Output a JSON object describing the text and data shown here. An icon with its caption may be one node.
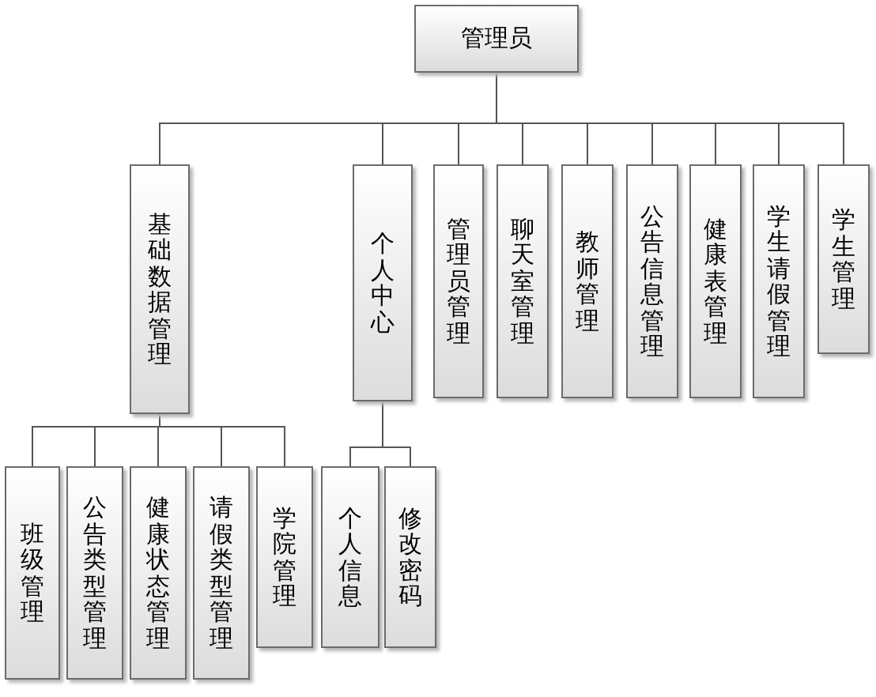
{
  "diagram": {
    "nodes": [
      {
        "text": [
          "管理员"
        ]
      },
      {
        "text": [
          "基础数据管理"
        ]
      },
      {
        "text": [
          "个人中心"
        ]
      },
      {
        "text": [
          "管理员管理"
        ]
      },
      {
        "text": [
          "聊天室管理"
        ]
      },
      {
        "text": [
          "教师管理"
        ]
      },
      {
        "text": [
          "公告信息管理"
        ]
      },
      {
        "text": [
          "健康表管理"
        ]
      },
      {
        "text": [
          "学生请假管理"
        ]
      },
      {
        "text": [
          "学生管理"
        ]
      },
      {
        "text": [
          "班级管理"
        ]
      },
      {
        "text": [
          "公告类型管理"
        ]
      },
      {
        "text": [
          "健康状态管理"
        ]
      },
      {
        "text": [
          "请假类型管理"
        ]
      },
      {
        "text": [
          "学院管理"
        ]
      },
      {
        "text": [
          "个人信息"
        ]
      },
      {
        "text": [
          "修改密码"
        ]
      }
    ],
    "edges": [
      {
        "from": 0,
        "to": 1,
        "arrow": "none"
      },
      {
        "from": 0,
        "to": 2,
        "arrow": "none"
      },
      {
        "from": 0,
        "to": 3,
        "arrow": "none"
      },
      {
        "from": 0,
        "to": 4,
        "arrow": "none"
      },
      {
        "from": 0,
        "to": 5,
        "arrow": "none"
      },
      {
        "from": 0,
        "to": 6,
        "arrow": "none"
      },
      {
        "from": 0,
        "to": 7,
        "arrow": "none"
      },
      {
        "from": 0,
        "to": 8,
        "arrow": "none"
      },
      {
        "from": 0,
        "to": 9,
        "arrow": "none"
      },
      {
        "from": 1,
        "to": 10,
        "arrow": "none"
      },
      {
        "from": 1,
        "to": 11,
        "arrow": "none"
      },
      {
        "from": 1,
        "to": 12,
        "arrow": "none"
      },
      {
        "from": 1,
        "to": 13,
        "arrow": "none"
      },
      {
        "from": 1,
        "to": 14,
        "arrow": "none"
      },
      {
        "from": 2,
        "to": 15,
        "arrow": "none"
      },
      {
        "from": 2,
        "to": 16,
        "arrow": "none"
      }
    ]
  }
}
